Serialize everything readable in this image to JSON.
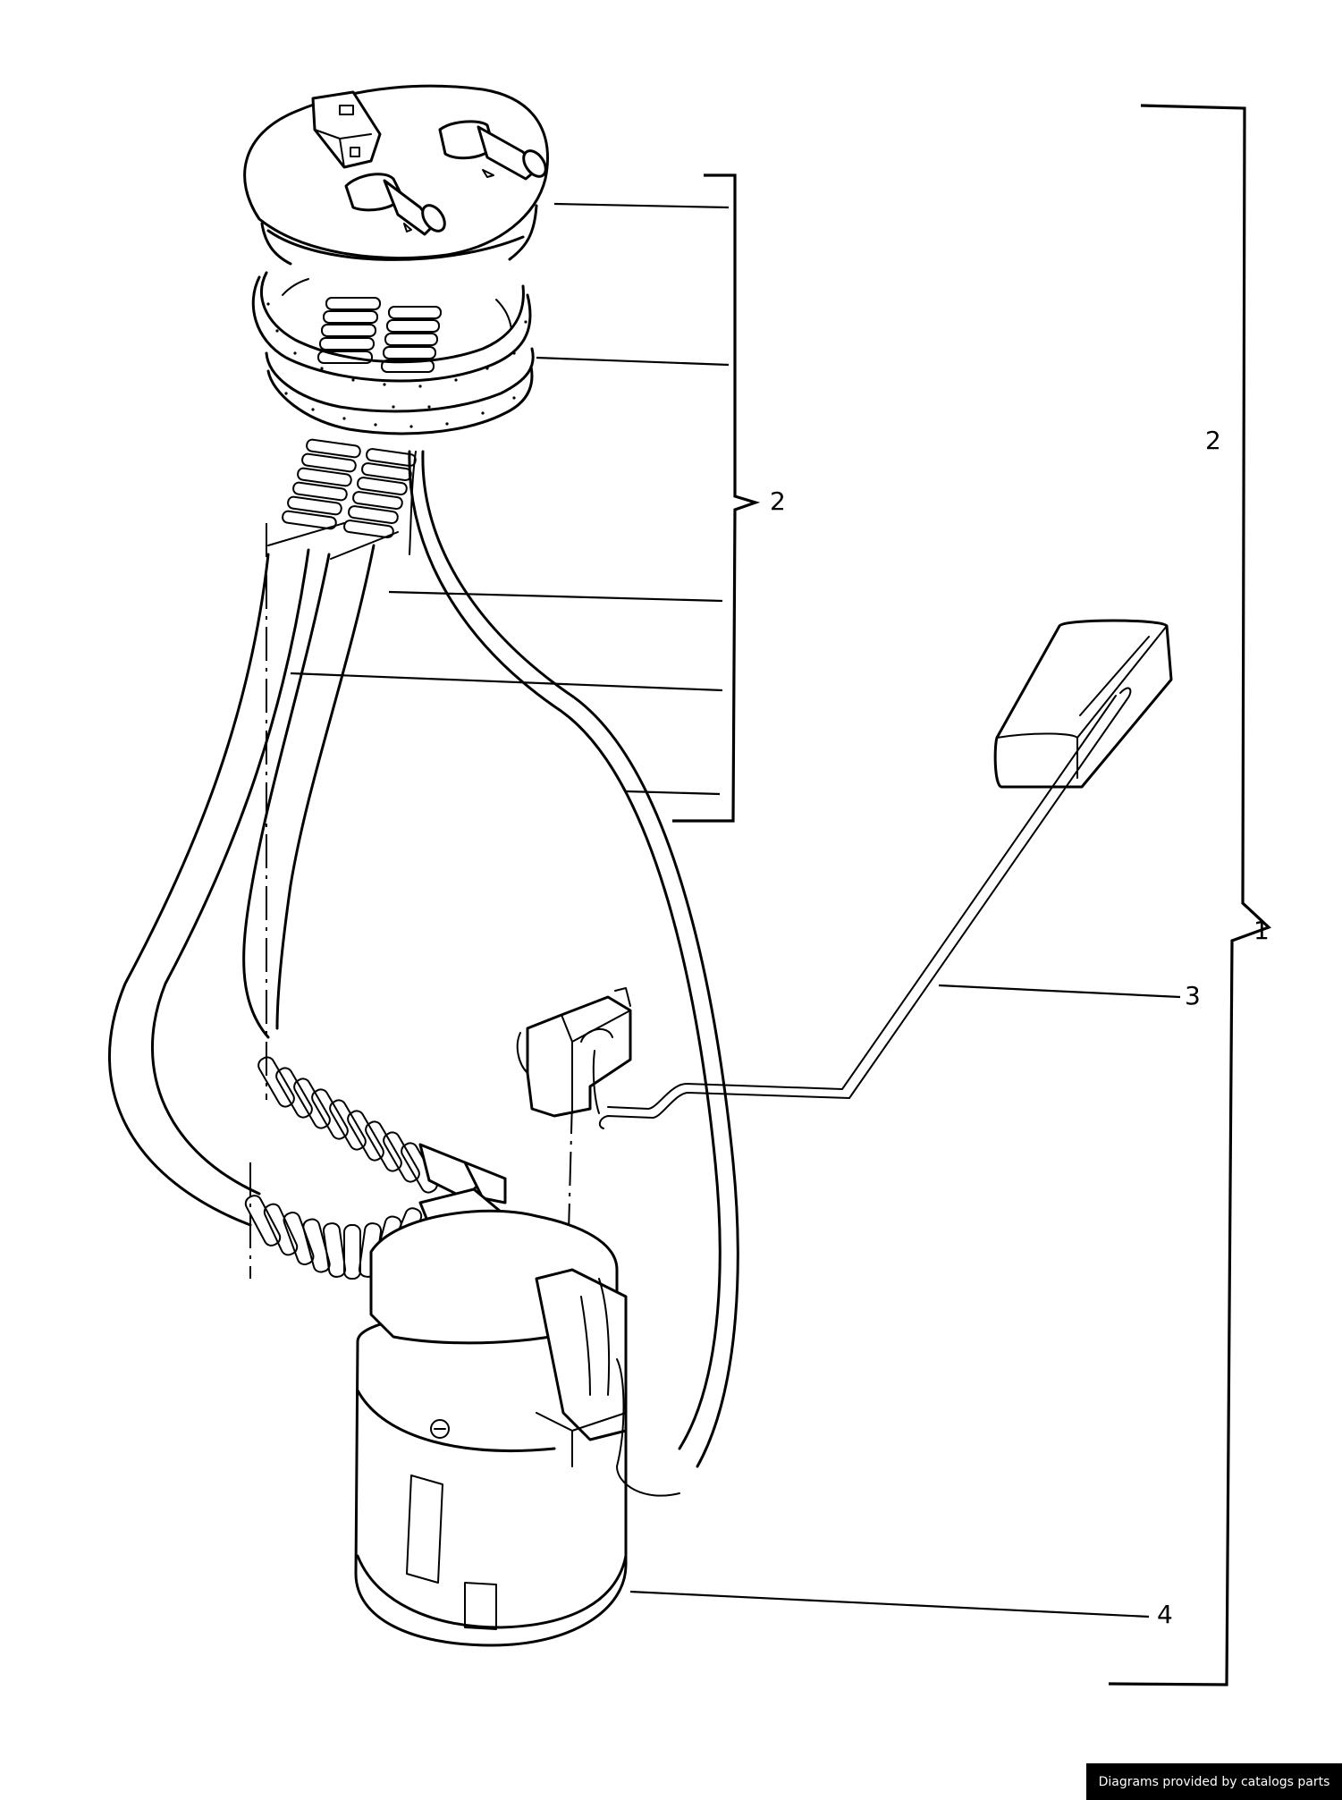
{
  "diagram": {
    "subject": "Fuel pump / sender unit assembly (exploded view)",
    "callouts": [
      {
        "id": "callout-1",
        "label": "1",
        "description": "Complete assembly (large bracket)"
      },
      {
        "id": "callout-2-group",
        "label": "2",
        "description": "Flange, seal, hoses group (small bracket)"
      },
      {
        "id": "callout-2-top",
        "label": "2",
        "description": "Label on upper portion of large bracket"
      },
      {
        "id": "callout-3",
        "label": "3",
        "description": "Fuel level sender with float arm"
      },
      {
        "id": "callout-4",
        "label": "4",
        "description": "Fuel pump housing / reservoir"
      }
    ],
    "parts": [
      "flange-cap-with-connector-and-nipples",
      "sealing-ring",
      "corrugated-hoses",
      "return-line",
      "float",
      "sender-arm",
      "sender-module",
      "pump-reservoir"
    ]
  },
  "footer": {
    "credit": "Diagrams provided by catalogs parts",
    "background": "#000000",
    "color": "#ffffff"
  }
}
